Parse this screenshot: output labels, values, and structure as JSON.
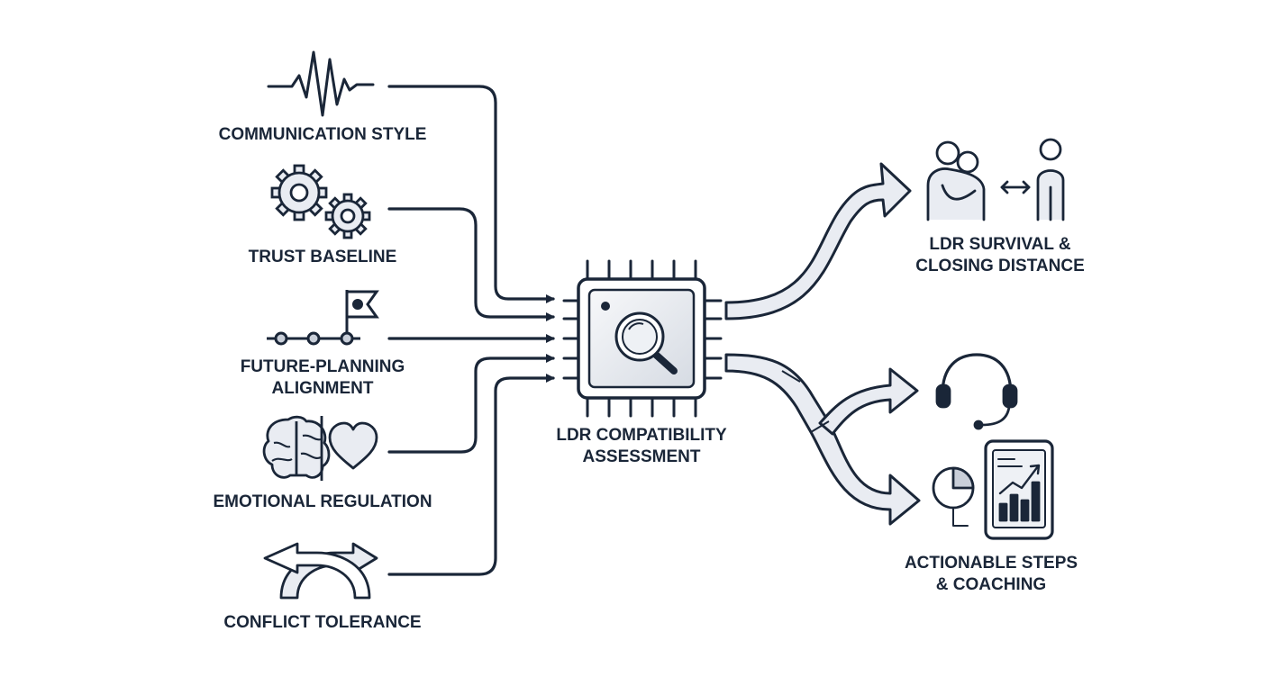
{
  "diagram": {
    "inputs": [
      {
        "id": "communication",
        "label": "COMMUNICATION STYLE",
        "icon": "waveform-icon"
      },
      {
        "id": "trust",
        "label": "TRUST BASELINE",
        "icon": "gears-icon"
      },
      {
        "id": "future",
        "label_lines": [
          "FUTURE-PLANNING",
          "ALIGNMENT"
        ],
        "icon": "milestone-flag-icon"
      },
      {
        "id": "emotional",
        "label": "EMOTIONAL REGULATION",
        "icon": "brain-heart-icon"
      },
      {
        "id": "conflict",
        "label": "CONFLICT TOLERANCE",
        "icon": "crossing-arrows-icon"
      }
    ],
    "center": {
      "label_lines": [
        "LDR COMPATIBILITY",
        "ASSESSMENT"
      ],
      "icon": "chip-magnifier-icon"
    },
    "outputs": [
      {
        "id": "survival",
        "label_lines": [
          "LDR SURVIVAL &",
          "CLOSING DISTANCE"
        ],
        "icon": "couple-distance-icon"
      },
      {
        "id": "coaching",
        "label_lines": [
          "ACTIONABLE STEPS",
          "& COACHING"
        ],
        "icon": "headset-tablet-chart-icon"
      }
    ],
    "colors": {
      "ink": "#1a2638",
      "fill_light": "#e9ecf2",
      "fill_mid": "#c9cfd9"
    }
  }
}
